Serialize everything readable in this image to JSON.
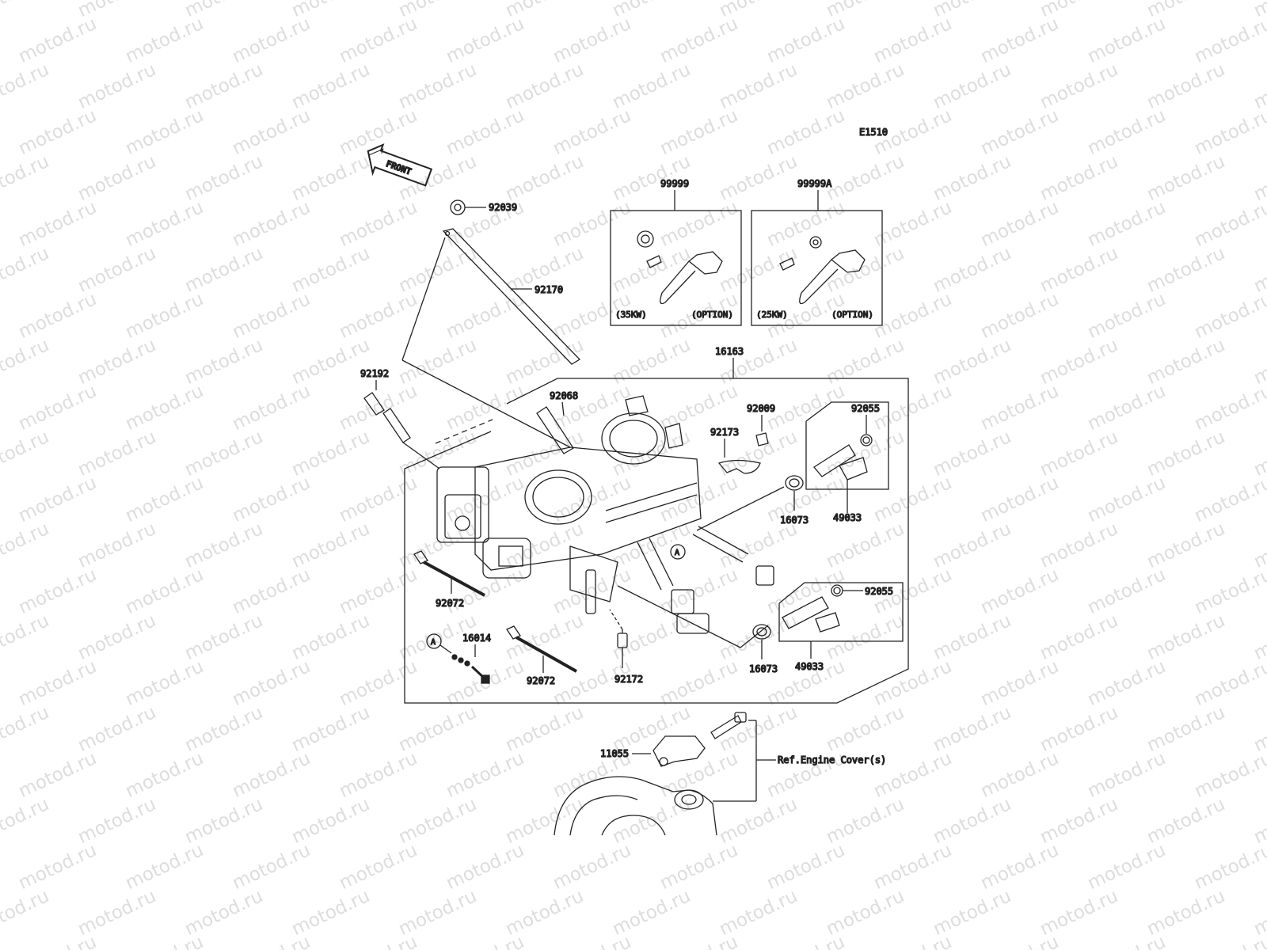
{
  "watermark": {
    "text": "motod.ru"
  },
  "diagram": {
    "code": "E1510",
    "front_label": "FRONT",
    "parts": {
      "p92039": "92039",
      "p92170": "92170",
      "p92192": "92192",
      "p92068": "92068",
      "p16163": "16163",
      "p92009": "92009",
      "p92173": "92173",
      "p92055_top": "92055",
      "p16073_top": "16073",
      "p49033_top": "49033",
      "p92055_bot": "92055",
      "p16073_bot": "16073",
      "p49033_bot": "49033",
      "p92072_a": "92072",
      "p92072_b": "92072",
      "p16014": "16014",
      "p92172": "92172",
      "p11055": "11055",
      "p99999": "99999",
      "p99999A": "99999A"
    },
    "kit_35": {
      "power": "(35KW)",
      "note": "(OPTION)"
    },
    "kit_25": {
      "power": "(25KW)",
      "note": "(OPTION)"
    },
    "ref_engine_cover": "Ref.Engine Cover(s)",
    "marker": "A"
  }
}
